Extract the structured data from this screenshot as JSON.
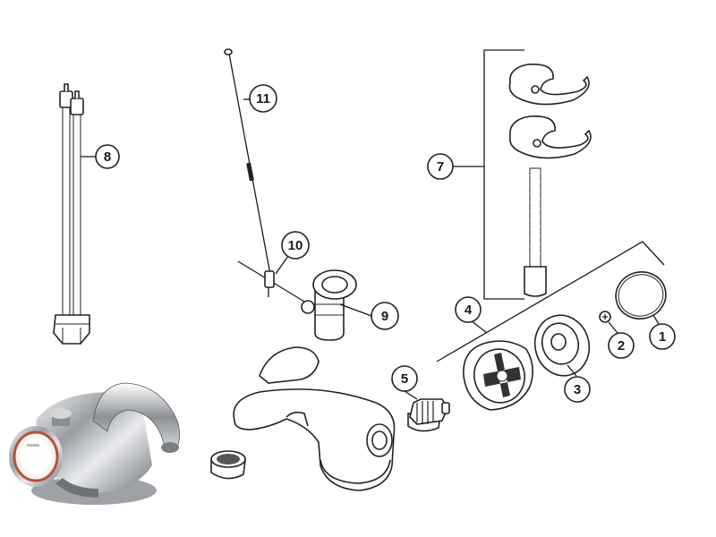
{
  "callouts": [
    {
      "id": "1",
      "label": "1"
    },
    {
      "id": "2",
      "label": "2"
    },
    {
      "id": "3",
      "label": "3"
    },
    {
      "id": "4",
      "label": "4"
    },
    {
      "id": "5",
      "label": "5"
    },
    {
      "id": "7",
      "label": "7"
    },
    {
      "id": "8",
      "label": "8"
    },
    {
      "id": "9",
      "label": "9"
    },
    {
      "id": "10",
      "label": "10"
    },
    {
      "id": "11",
      "label": "11"
    }
  ],
  "colors": {
    "line": "#1a1a1a",
    "chrome": "#b9bcc0",
    "handle_ring": "#b5533a"
  },
  "icons": {
    "assembled_tap": "chrome-mixer-tap-icon"
  }
}
